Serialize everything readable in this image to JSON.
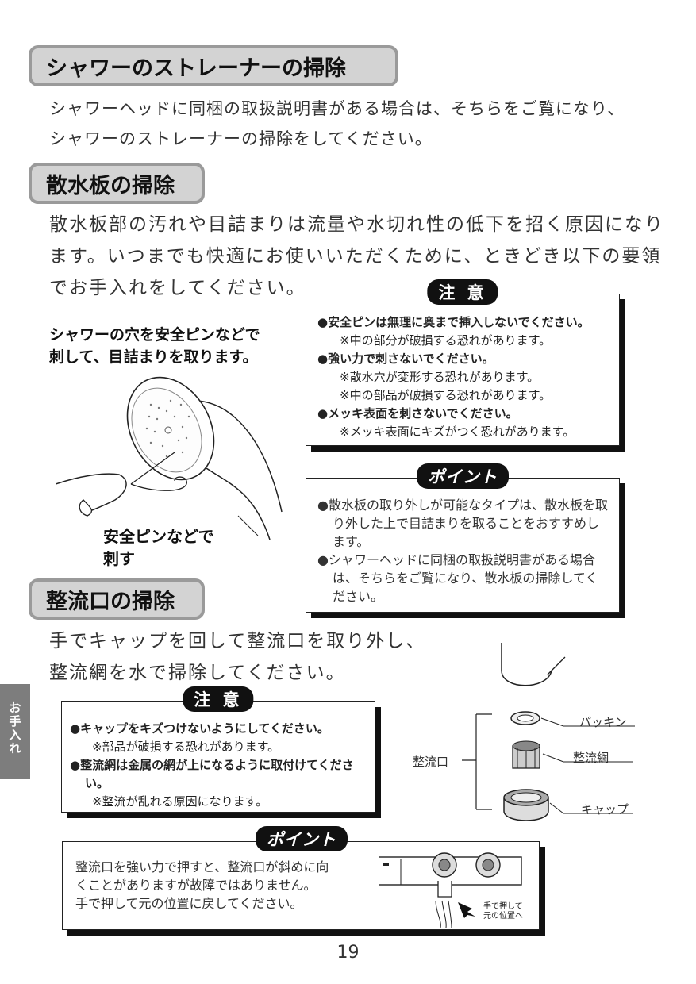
{
  "sections": {
    "strainer": {
      "title": "シャワーのストレーナーの掃除",
      "lines": [
        "シャワーヘッドに同梱の取扱説明書がある場合は、そちらをご覧になり、",
        "シャワーのストレーナーの掃除をしてください。"
      ]
    },
    "sprinkler": {
      "title": "散水板の掃除",
      "lines": [
        "散水板部の汚れや目詰まりは流量や水切れ性の低下を招く原因になり",
        "ます。いつまでも快適にお使いいただくために、ときどき以下の要領",
        "でお手入れをしてください。"
      ],
      "instruction": [
        "シャワーの穴を安全ピンなどで",
        "刺して、目詰まりを取ります。"
      ],
      "figure_caption": [
        "安全ピンなどで",
        "刺す"
      ],
      "caution": {
        "label": "注 意",
        "lines": [
          {
            "text": "●安全ピンは無理に奥まで挿入しないでください。",
            "bold": true
          },
          {
            "text": "※中の部分が破損する恐れがあります。",
            "bold": false
          },
          {
            "text": "●強い力で刺さないでください。",
            "bold": true
          },
          {
            "text": "※散水穴が変形する恐れがあります。",
            "bold": false
          },
          {
            "text": "※中の部品が破損する恐れがあります。",
            "bold": false
          },
          {
            "text": "●メッキ表面を刺さないでください。",
            "bold": true
          },
          {
            "text": "※メッキ表面にキズがつく恐れがあります。",
            "bold": false
          }
        ]
      },
      "point": {
        "label": "ポイント",
        "items": [
          "●散水板の取り外しが可能なタイプは、散水板を取り外した上で目詰まりを取ることをおすすめします。",
          "●シャワーヘッドに同梱の取扱説明書がある場合は、そちらをご覧になり、散水板の掃除してください。"
        ]
      }
    },
    "flow": {
      "title": "整流口の掃除",
      "lines": [
        "手でキャップを回して整流口を取り外し、",
        "整流網を水で掃除してください。"
      ],
      "caution": {
        "label": "注 意",
        "lines": [
          {
            "text": "●キャップをキズつけないようにしてください。",
            "bold": true
          },
          {
            "text": "※部品が破損する恐れがあります。",
            "bold": false
          },
          {
            "text": "●整流網は金属の網が上になるように取付けてください。",
            "bold": true
          },
          {
            "text": "※整流が乱れる原因になります。",
            "bold": false
          }
        ]
      },
      "parts": {
        "group": "整流口",
        "packing": "パッキン",
        "mesh": "整流網",
        "cap": "キャップ"
      },
      "point": {
        "label": "ポイント",
        "lines": [
          "整流口を強い力で押すと、整流口が斜めに向",
          "くことがありますが故障ではありません。",
          "手で押して元の位置に戻してください。"
        ],
        "arrow_label": [
          "手で押して",
          "元の位置へ"
        ]
      }
    }
  },
  "side_tab": "お手入れ",
  "page_number": "19"
}
